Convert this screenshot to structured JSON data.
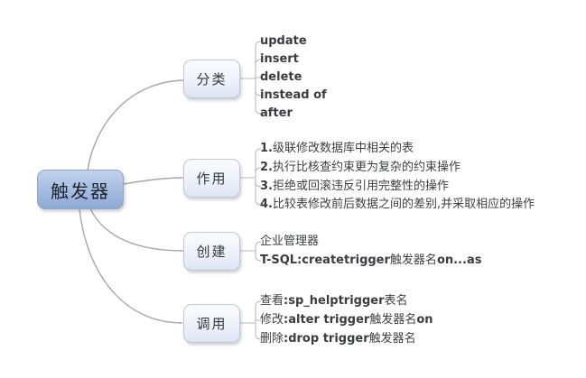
{
  "root": {
    "label": "触发器"
  },
  "branches": [
    {
      "label": "分类",
      "items": [
        [
          {
            "t": "update",
            "b": true
          }
        ],
        [
          {
            "t": "insert",
            "b": true
          }
        ],
        [
          {
            "t": "delete",
            "b": true
          }
        ],
        [
          {
            "t": "instead of",
            "b": true
          }
        ],
        [
          {
            "t": "after",
            "b": true
          }
        ]
      ]
    },
    {
      "label": "作用",
      "items": [
        [
          {
            "t": "1.",
            "b": true
          },
          {
            "t": "级联修改数据库中相关的表",
            "b": false
          }
        ],
        [
          {
            "t": "2.",
            "b": true
          },
          {
            "t": "执行比核查约束更为复杂的约束操作",
            "b": false
          }
        ],
        [
          {
            "t": "3.",
            "b": true
          },
          {
            "t": "拒绝或回滚违反引用完整性的操作",
            "b": false
          }
        ],
        [
          {
            "t": "4.",
            "b": true
          },
          {
            "t": "比较表修改前后数据之间的差别,并采取相应的操作",
            "b": false
          }
        ]
      ]
    },
    {
      "label": "创建",
      "items": [
        [
          {
            "t": "企业管理器",
            "b": false
          }
        ],
        [
          {
            "t": "T-SQL:createtrigger",
            "b": true
          },
          {
            "t": "触发器名",
            "b": false
          },
          {
            "t": "on...as",
            "b": true
          }
        ]
      ]
    },
    {
      "label": "调用",
      "items": [
        [
          {
            "t": "查看",
            "b": false
          },
          {
            "t": ":sp_helptrigger",
            "b": true
          },
          {
            "t": "表名",
            "b": false
          }
        ],
        [
          {
            "t": "修改",
            "b": false
          },
          {
            "t": ":alter trigger",
            "b": true
          },
          {
            "t": "触发器名",
            "b": false
          },
          {
            "t": "on",
            "b": true
          }
        ],
        [
          {
            "t": "删除",
            "b": false
          },
          {
            "t": ":drop trigger",
            "b": true
          },
          {
            "t": "触发器名",
            "b": false
          }
        ]
      ]
    }
  ],
  "colors": {
    "root_fill_top": "#c2d2ec",
    "root_fill_bottom": "#8fa9d5",
    "root_border": "#93a3c6",
    "branch_fill_top": "#fbfcfe",
    "branch_fill_bottom": "#dde5f4",
    "branch_border": "#bfc8d9",
    "main_line": "#a6a6a6",
    "leaf_line": "#b4bac4",
    "text": "#3d3f42"
  }
}
